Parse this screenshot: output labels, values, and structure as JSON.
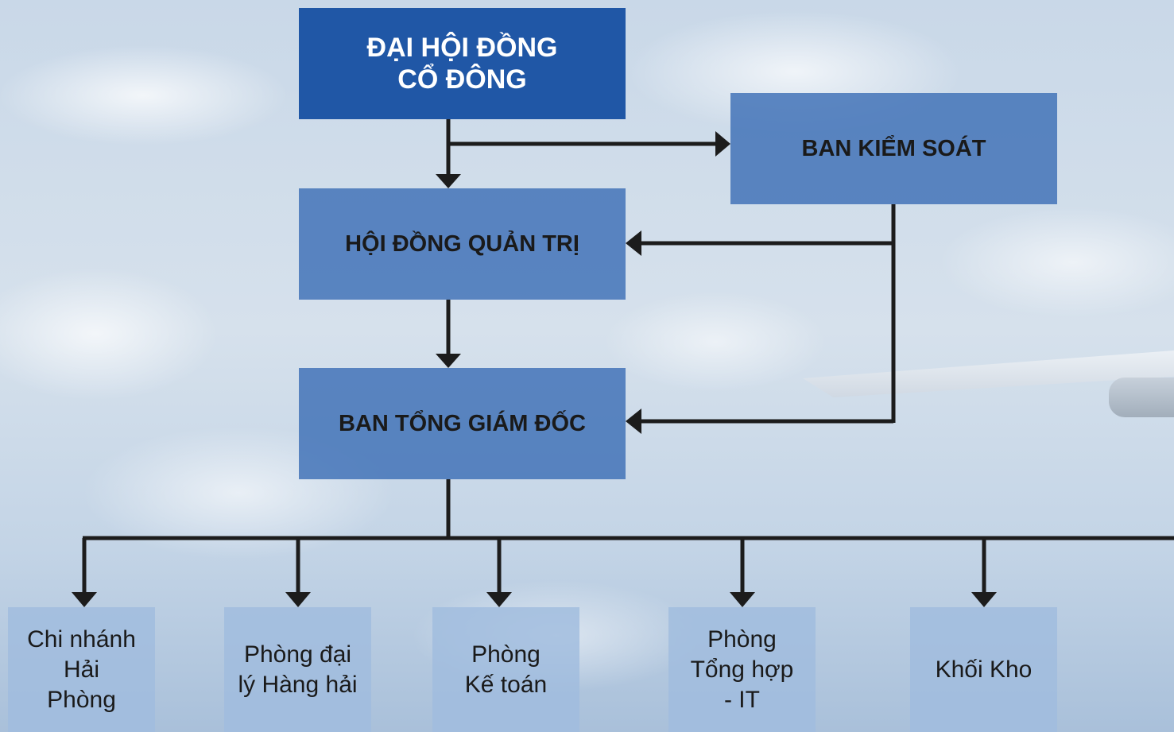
{
  "colors": {
    "top_box": "#2057a6",
    "mid_box": "#3d6fb6",
    "leaf_box": "#a0bcde",
    "line": "#1c1c1c"
  },
  "nodes": {
    "shareholders": "ĐẠI HỘI ĐỒNG\nCỔ ĐÔNG",
    "supervisory": "BAN KIỂM SOÁT",
    "board": "HỘI ĐỒNG QUẢN TRỊ",
    "management": "BAN TỔNG GIÁM ĐỐC"
  },
  "departments": [
    "Chi nhánh\nHải\nPhòng",
    "Phòng đại\nlý Hàng hải",
    "Phòng\nKế toán",
    "Phòng\nTổng hợp\n- IT",
    "Khối Kho"
  ]
}
